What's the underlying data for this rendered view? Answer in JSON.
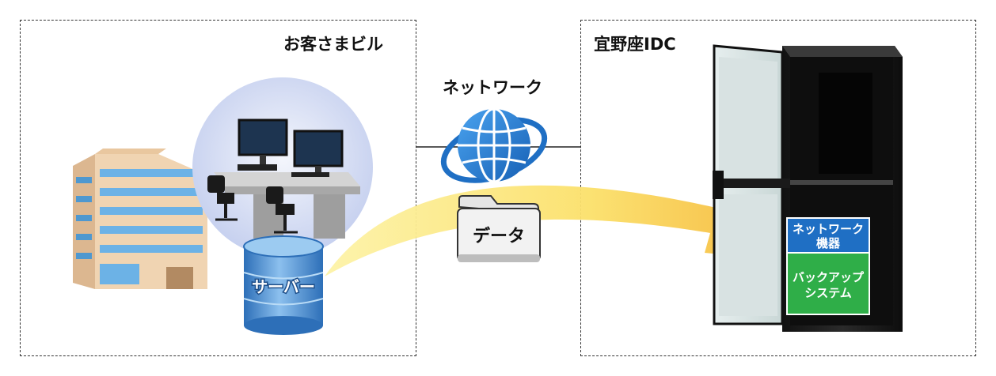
{
  "labels": {
    "customer_building": "お客さまビル",
    "idc": "宜野座IDC",
    "network": "ネットワーク",
    "server": "サーバー",
    "data": "データ",
    "network_equipment": [
      "ネットワーク",
      "機器"
    ],
    "backup_system": [
      "バックアップ",
      "システム"
    ]
  },
  "colors": {
    "flow_arrow": "#f7c84a",
    "globe": "#2b7fd4",
    "network_box": "#1f6fc4",
    "backup_box": "#2fae48",
    "server_cylinder": "#4b8fd6",
    "rack": "#1b1b1b"
  }
}
